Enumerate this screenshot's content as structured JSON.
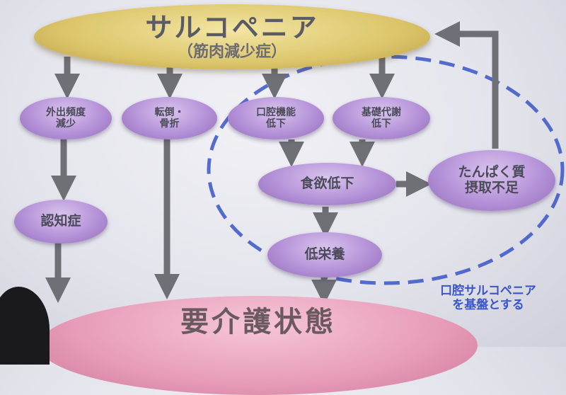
{
  "top": {
    "title": "サルコペニア",
    "subtitle": "（筋肉減少症）"
  },
  "nodes": {
    "outing": [
      "外出頻度",
      "減少"
    ],
    "fall": [
      "転倒・",
      "骨折"
    ],
    "oral_function": [
      "口腔機能",
      "低下"
    ],
    "basal_metabolism": [
      "基礎代謝",
      "低下"
    ],
    "appetite": "食欲低下",
    "protein": [
      "たんぱく質",
      "摂取不足"
    ],
    "dementia": "認知症",
    "malnutrition": "低栄養"
  },
  "bottom": {
    "title": "要介護状態"
  },
  "caption": [
    "口腔サルコペニア",
    "を基盤とする"
  ],
  "colors": {
    "arrow": "#6f6f76",
    "dashed": "#3a55c8",
    "caption": "#3a55c8"
  }
}
